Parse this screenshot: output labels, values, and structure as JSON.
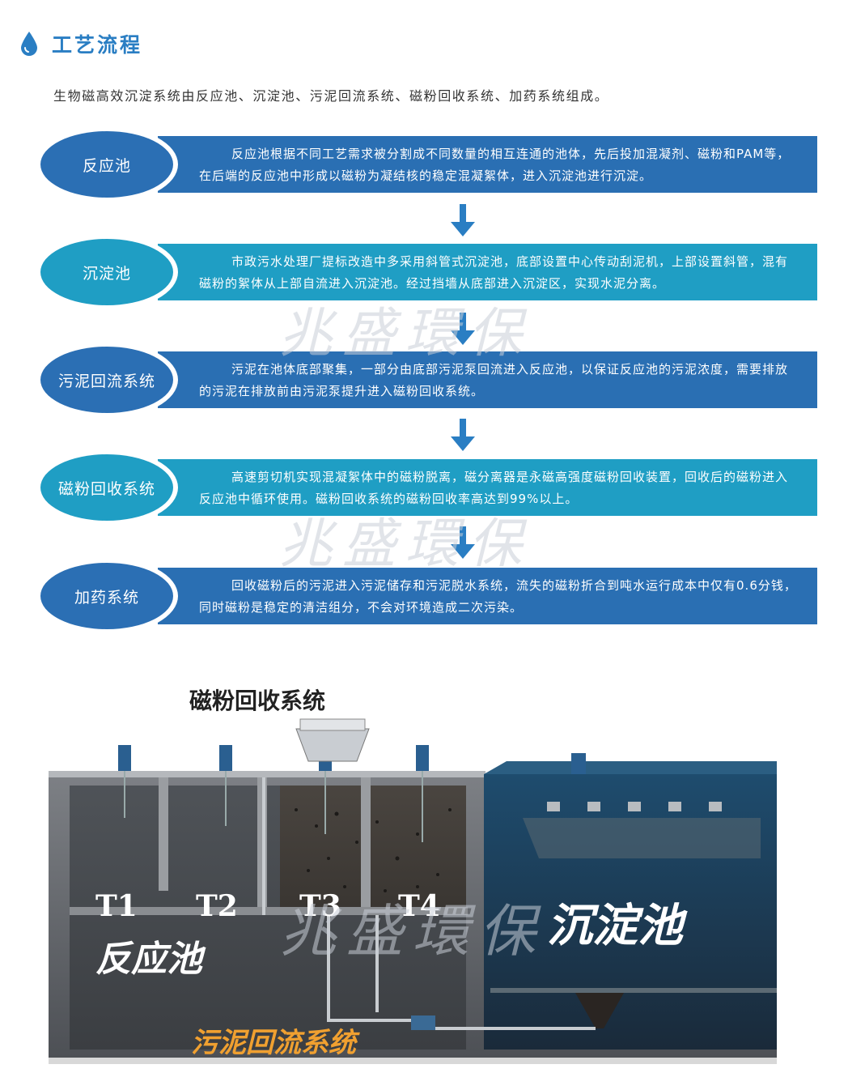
{
  "header": {
    "title": "工艺流程"
  },
  "intro": "生物磁高效沉淀系统由反应池、沉淀池、污泥回流系统、磁粉回收系统、加药系统组成。",
  "steps": [
    {
      "label": "反应池",
      "text": "反应池根据不同工艺需求被分割成不同数量的相互连通的池体，先后投加混凝剂、磁粉和PAM等，在后端的反应池中形成以磁粉为凝结核的稳定混凝絮体，进入沉淀池进行沉淀。"
    },
    {
      "label": "沉淀池",
      "text": "市政污水处理厂提标改造中多采用斜管式沉淀池，底部设置中心传动刮泥机，上部设置斜管，混有磁粉的絮体从上部自流进入沉淀池。经过挡墙从底部进入沉淀区，实现水泥分离。"
    },
    {
      "label": "污泥回流系统",
      "text": "污泥在池体底部聚集，一部分由底部污泥泵回流进入反应池，以保证反应池的污泥浓度，需要排放的污泥在排放前由污泥泵提升进入磁粉回收系统。"
    },
    {
      "label": "磁粉回收系统",
      "text": "高速剪切机实现混凝絮体中的磁粉脱离，磁分离器是永磁高强度磁粉回收装置，回收后的磁粉进入反应池中循环使用。磁粉回收系统的磁粉回收率高达到99%以上。"
    },
    {
      "label": "加药系统",
      "text": "回收磁粉后的污泥进入污泥储存和污泥脱水系统，流失的磁粉折合到吨水运行成本中仅有0.6分钱，同时磁粉是稳定的清洁组分，不会对环境造成二次污染。"
    }
  ],
  "watermark": "兆盛環保",
  "illustration": {
    "top_label": "磁粉回收系统",
    "tanks": [
      "T1",
      "T2",
      "T3",
      "T4"
    ],
    "reaction_label": "反应池",
    "settling_label": "沉淀池",
    "return_label": "污泥回流系统"
  },
  "colors": {
    "blue": "#2a6fb3",
    "teal": "#1f9ec4",
    "accent": "#2a7ec3"
  }
}
